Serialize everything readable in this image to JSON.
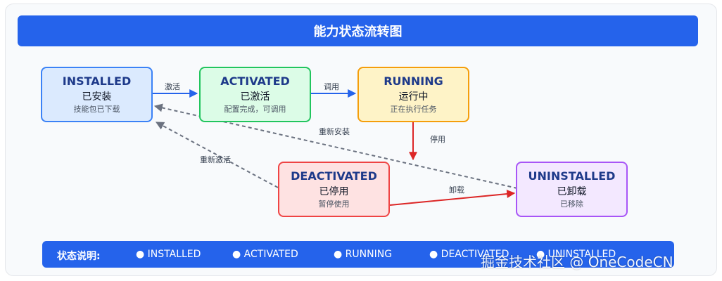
{
  "title": "能力状态流转图",
  "nodes": {
    "installed": {
      "en": "INSTALLED",
      "zh": "已安装",
      "desc": "技能包已下载",
      "fill": "#dbeafe",
      "border": "#3b82f6"
    },
    "activated": {
      "en": "ACTIVATED",
      "zh": "已激活",
      "desc": "配置完成，可调用",
      "fill": "#dcfce7",
      "border": "#22c55e"
    },
    "running": {
      "en": "RUNNING",
      "zh": "运行中",
      "desc": "正在执行任务",
      "fill": "#fef3c7",
      "border": "#f59e0b"
    },
    "deactivated": {
      "en": "DEACTIVATED",
      "zh": "已停用",
      "desc": "暂停使用",
      "fill": "#fee2e2",
      "border": "#ef4444"
    },
    "uninstalled": {
      "en": "UNINSTALLED",
      "zh": "已卸载",
      "desc": "已移除",
      "fill": "#f3e8ff",
      "border": "#a855f7"
    }
  },
  "edges": {
    "activate": "激活",
    "invoke": "调用",
    "disable": "停用",
    "uninstall": "卸载",
    "reactivate": "重新激活",
    "reinstall": "重新安装"
  },
  "legend": {
    "title": "状态说明:",
    "items": [
      "● INSTALLED",
      "● ACTIVATED",
      "● RUNNING",
      "● DEACTIVATED",
      "● UNINSTALLED"
    ]
  },
  "watermark": "掘金技术社区 @ OneCodeCN",
  "colors": {
    "primary": "#2563eb",
    "arrow_blue": "#2563eb",
    "arrow_red": "#dc2626",
    "arrow_gray": "#6b7280"
  }
}
